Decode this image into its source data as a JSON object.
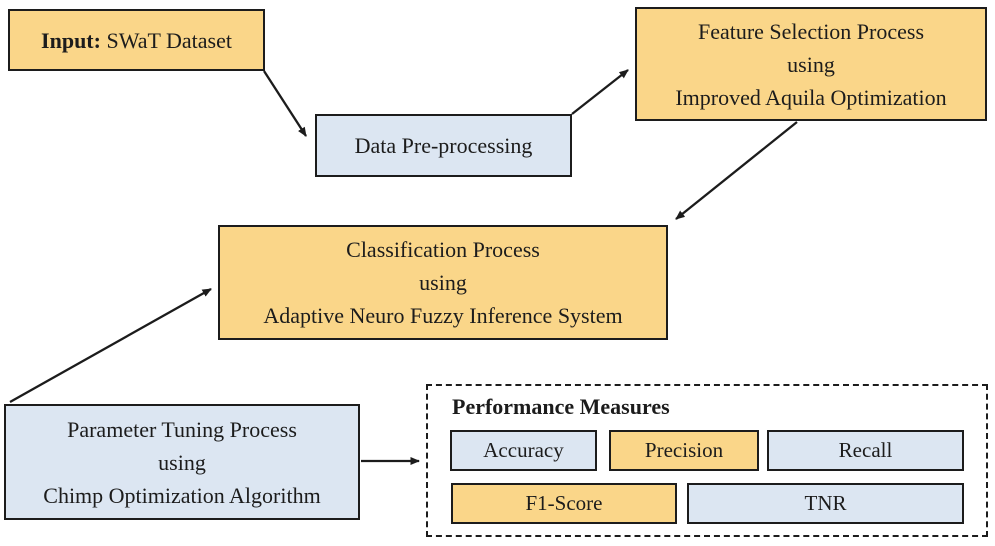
{
  "colors": {
    "orange": "#fad689",
    "blue": "#dce6f2",
    "border": "#1c1c1c",
    "background": "#ffffff"
  },
  "nodes": {
    "input": {
      "label_bold": "Input:",
      "label_rest": " SWaT Dataset",
      "color": "orange"
    },
    "preprocessing": {
      "label": "Data Pre-processing",
      "color": "blue"
    },
    "feature_selection": {
      "lines": [
        "Feature Selection Process",
        "using",
        "Improved Aquila Optimization"
      ],
      "color": "orange"
    },
    "classification": {
      "lines": [
        "Classification Process",
        "using",
        "Adaptive Neuro Fuzzy Inference System"
      ],
      "color": "orange"
    },
    "parameter_tuning": {
      "lines": [
        "Parameter Tuning Process",
        "using",
        "Chimp Optimization Algorithm"
      ],
      "color": "blue"
    },
    "performance": {
      "title": "Performance Measures",
      "measures": [
        {
          "label": "Accuracy",
          "color": "blue"
        },
        {
          "label": "Precision",
          "color": "orange"
        },
        {
          "label": "Recall",
          "color": "blue"
        },
        {
          "label": "F1-Score",
          "color": "orange"
        },
        {
          "label": "TNR",
          "color": "blue"
        }
      ]
    }
  },
  "arrows": [
    {
      "name": "input-to-preprocessing"
    },
    {
      "name": "preprocessing-to-feature-selection"
    },
    {
      "name": "feature-selection-to-classification"
    },
    {
      "name": "parameter-tuning-to-classification"
    },
    {
      "name": "parameter-tuning-to-performance"
    }
  ]
}
